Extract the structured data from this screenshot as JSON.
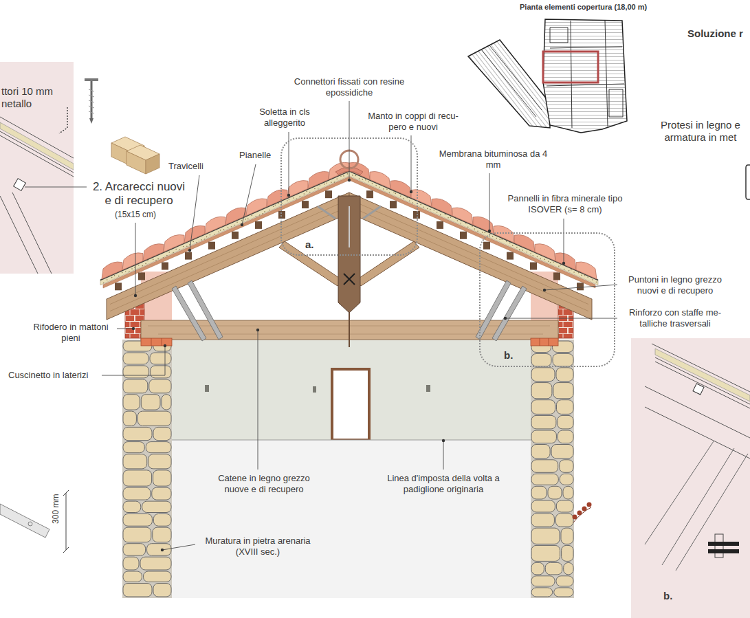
{
  "diagram": {
    "nodes": [
      {
        "text": [
          "ttori 10 mm netallo"
        ]
      },
      {
        "text": [
          "a."
        ]
      },
      {
        "text": [
          "b."
        ]
      },
      {
        "text": [
          "b."
        ]
      }
    ],
    "labels": [
      "Pianta elementi copertura (18,00 m)",
      "Soluzione r",
      "Connettori fissati con resine epossidiche",
      "Soletta in cls alleggerito",
      "Manto in coppi di recu- pero e nuovi",
      "Protesi in legno e armatura in met",
      "Membrana bituminosa da 4 mm",
      "Pianelle",
      "Travicelli",
      "2. Arcarecci nuovi e di recupero",
      "Pannelli in fibra minerale tipo ISOVER (s= 8 cm)",
      "(15x15 cm)",
      "Puntoni in legno grezzo nuovi e di recupero",
      "Rinforzo con staffe me- talliche trasversali",
      "Rifodero in mattoni pieni",
      "Cuscinetto in laterizi",
      "Catene in legno grezzo nuove e di recupero",
      "Linea d'imposta della volta a padiglione originaria",
      "300 mm",
      "Muratura in pietra arenaria (XVIII sec.)"
    ]
  }
}
